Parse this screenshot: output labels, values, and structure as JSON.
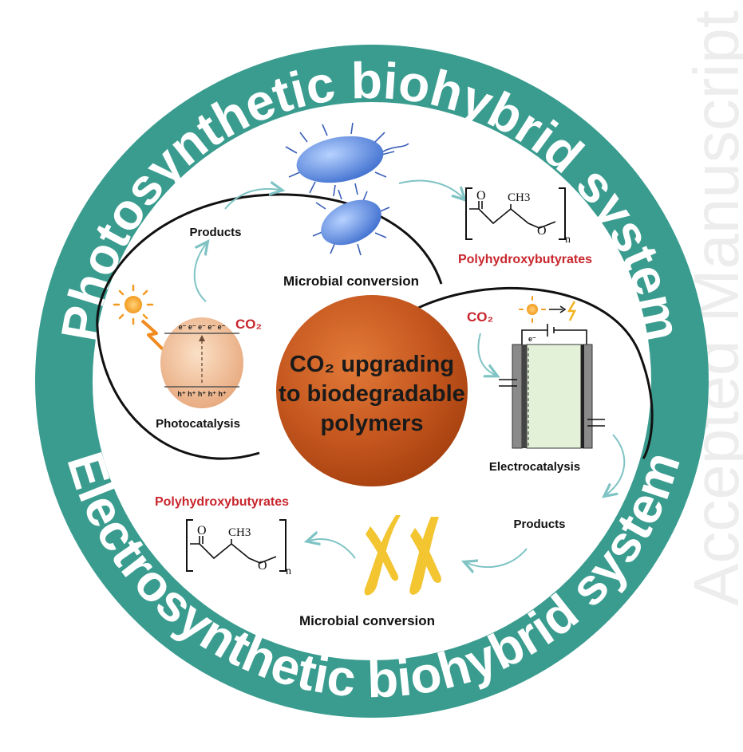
{
  "watermark": "Accepted Manuscript",
  "outer_ring": {
    "top_title": "Photosynthetic biohybrid system",
    "bottom_title": "Electrosynthetic biohybrid system",
    "ring_color": "#3a9c8f"
  },
  "center": {
    "line1": "CO₂ upgrading",
    "line2": "to biodegradable",
    "line3": "polymers",
    "color": "#c4561e"
  },
  "photo_loop": {
    "co2": "CO₂",
    "products": "Products",
    "microbial_conversion": "Microbial conversion",
    "photocatalysis": "Photocatalysis",
    "electrons": "e⁻ e⁻ e⁻ e⁻ e⁻",
    "holes": "h⁺ h⁺ h⁺ h⁺ h⁺",
    "polymer_name": "Polyhydroxybutyrates"
  },
  "electro_loop": {
    "co2": "CO₂",
    "products": "Products",
    "microbial_conversion": "Microbial conversion",
    "electrocatalysis": "Electrocatalysis",
    "electron": "e⁻",
    "polymer_name": "Polyhydroxybutyrates"
  },
  "structure": {
    "o_top": "O",
    "ch3": "CH3",
    "o_chain": "O",
    "n": "n"
  },
  "colors": {
    "accent_red": "#c8262d",
    "arrow_teal": "#7fc3c4",
    "bacteria_blue": "#5a8fe0",
    "bacteria_yellow": "#f2c531"
  }
}
